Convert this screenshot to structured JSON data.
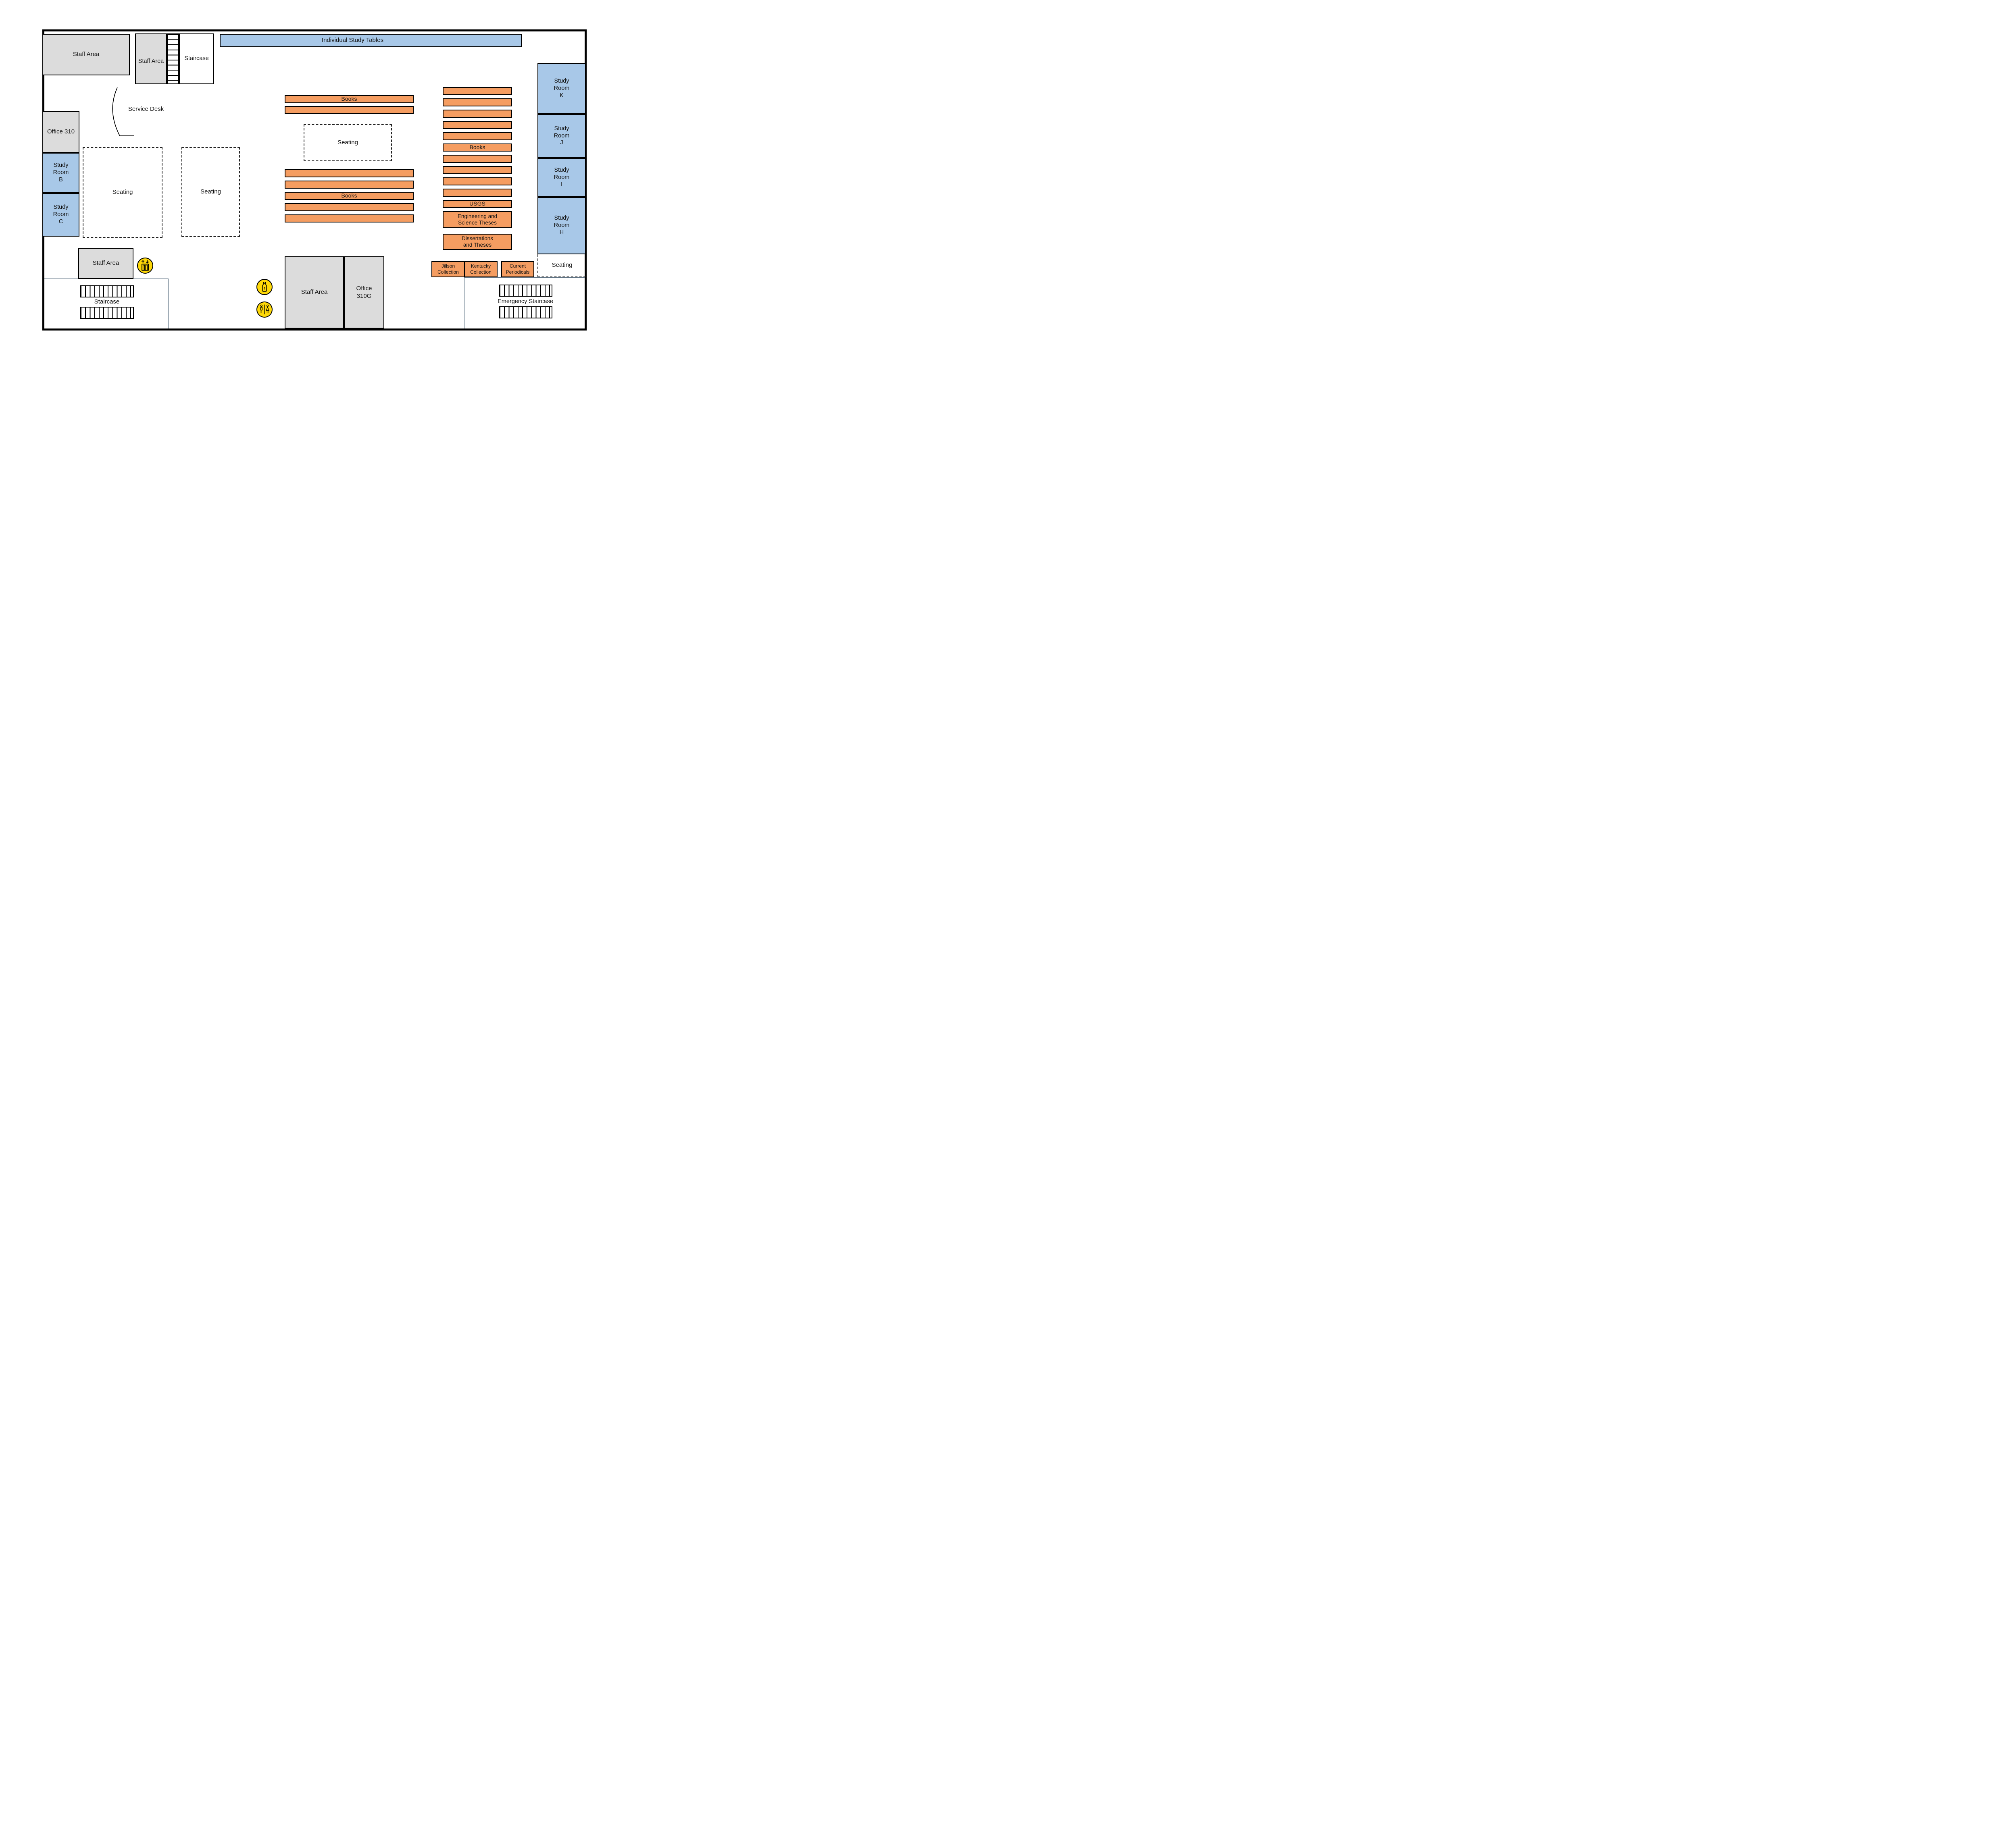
{
  "colors": {
    "room_blue": "#A8C8E8",
    "shelf_orange": "#F59D61",
    "staff_gray": "#DCDCDC",
    "icon_yellow": "#FFD908",
    "wall_black": "#000000",
    "thin_line_slate": "#5F7384"
  },
  "areas": {
    "staff_top_left": "Staff Area",
    "staff_top_mid": "Staff Area",
    "staircase_top": "Staircase",
    "individual_study_tables": "Individual Study Tables",
    "service_desk": "Service Desk",
    "office_310": "Office 310",
    "study_room_b": "Study\nRoom\nB",
    "study_room_c": "Study\nRoom\nC",
    "seating_left_large": "Seating",
    "seating_left_small": "Seating",
    "seating_center": "Seating",
    "seating_right": "Seating",
    "books_center_top": "Books",
    "books_center_bottom": "Books",
    "books_right": "Books",
    "usgs": "USGS",
    "eng_theses": "Engineering and\nScience Theses",
    "dissertations": "Dissertations\nand Theses",
    "study_room_k": "Study\nRoom\nK",
    "study_room_j": "Study\nRoom\nJ",
    "study_room_i": "Study\nRoom\nI",
    "study_room_h": "Study\nRoom\nH",
    "jillson": "Jillson\nCollection",
    "kentucky": "Kentucky\nCollection",
    "current_periodicals": "Current\nPeriodicals",
    "staff_bottom_left": "Staff Area",
    "staircase_bottom": "Staircase",
    "staff_bottom_center": "Staff Area",
    "office_310g": "Office\n310G",
    "emergency_staircase": "Emergency Staircase"
  },
  "icons": {
    "elevator": "elevator",
    "bottle_refill": "water-bottle-refill-station",
    "restroom": "restroom"
  }
}
